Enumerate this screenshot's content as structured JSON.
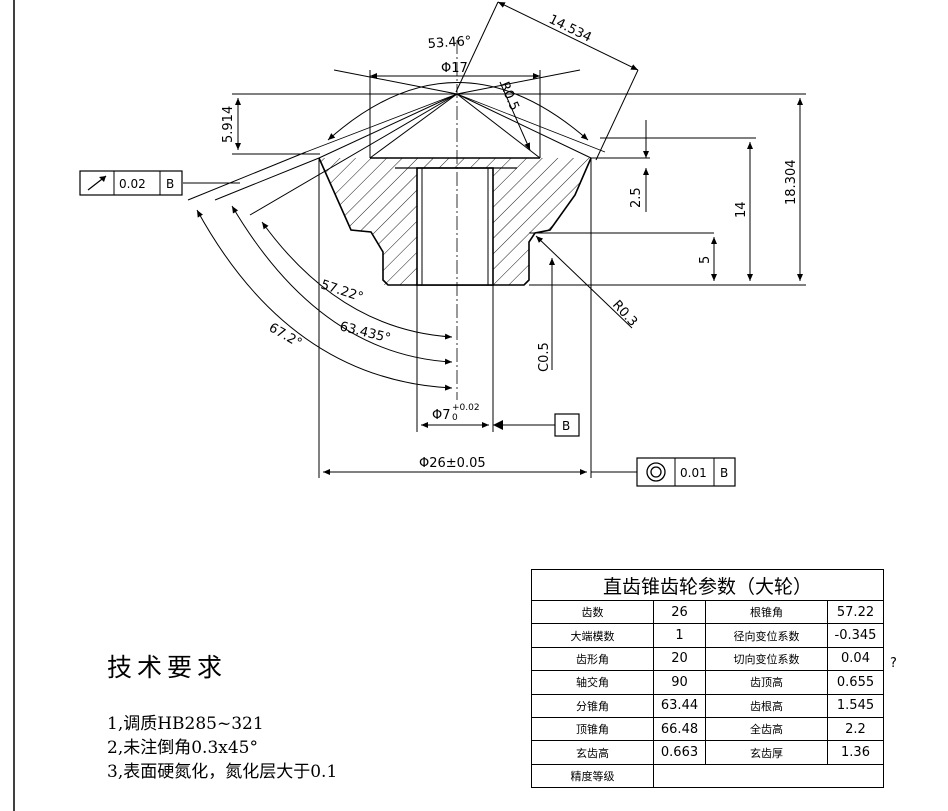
{
  "dimensions": {
    "cone_angle": "53.46°",
    "slant": "14.534",
    "top_dia": "Φ17",
    "tip_radius": "R0.5",
    "addendum_h": "5.914",
    "hub_h": "2.5",
    "total_14": "14",
    "total_18": "18.304",
    "bore_step": "5",
    "angle_57": "57.22°",
    "angle_63": "63.435°",
    "angle_67": "67.2°",
    "chamfer": "C0.5",
    "fillet": "R0.3",
    "bore_dia": "Φ7",
    "bore_tol_upper": "+0.02",
    "bore_tol_lower": "0",
    "outer_dia": "Φ26±0.05"
  },
  "tolerances": {
    "runout": {
      "symbol": "runout-arrow",
      "value": "0.02",
      "datum": "B"
    },
    "concentricity": {
      "symbol": "concentricity-circles",
      "value": "0.01",
      "datum": "B"
    },
    "datum_label": "B"
  },
  "tech_requirements": {
    "title": "技术要求",
    "items": [
      "1,调质HB285~321",
      "2,未注倒角0.3x45°",
      "3,表面硬氮化，氮化层大于0.1"
    ]
  },
  "params_table": {
    "title": "直齿锥齿轮参数（大轮）",
    "rows": [
      [
        "齿数",
        "26",
        "根锥角",
        "57.22"
      ],
      [
        "大端模数",
        "1",
        "径向变位系数",
        "-0.345"
      ],
      [
        "齿形角",
        "20",
        "切向变位系数",
        "0.04"
      ],
      [
        "轴交角",
        "90",
        "齿顶高",
        "0.655"
      ],
      [
        "分锥角",
        "63.44",
        "齿根高",
        "1.545"
      ],
      [
        "顶锥角",
        "66.48",
        "全齿高",
        "2.2"
      ],
      [
        "玄齿高",
        "0.663",
        "玄齿厚",
        "1.36"
      ],
      [
        "精度等级",
        ""
      ]
    ],
    "side_mark": "?"
  }
}
